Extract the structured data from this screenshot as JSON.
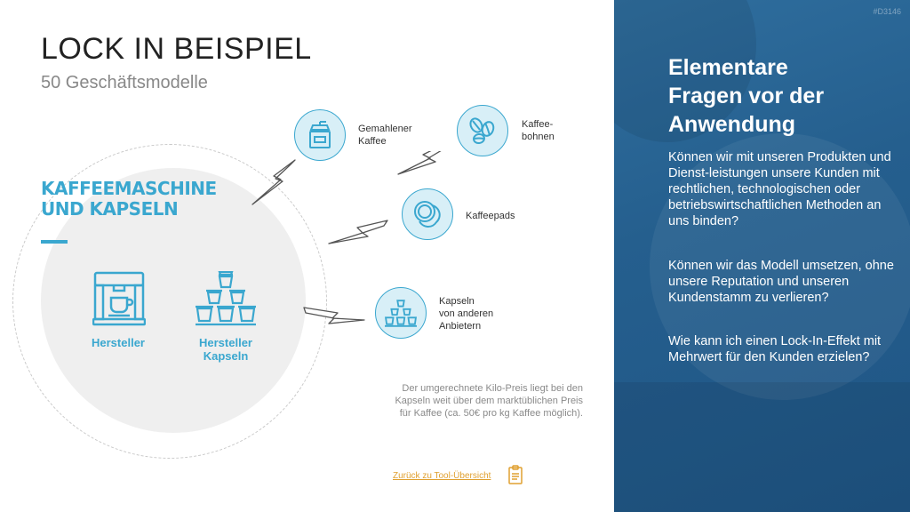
{
  "header": {
    "title": "LOCK IN BEISPIEL",
    "subtitle": "50 Geschäftsmodelle"
  },
  "left": {
    "heading_line1": "KAFFEEMASCHINE",
    "heading_line2": "UND KAPSELN",
    "maker_label": "Hersteller",
    "capsule_maker_line1": "Hersteller",
    "capsule_maker_line2": "Kapseln"
  },
  "alternatives": [
    {
      "line1": "Gemahlener",
      "line2": "Kaffee",
      "icon": "coffee-grinder-icon"
    },
    {
      "line1": "Kaffee-",
      "line2": "bohnen",
      "icon": "coffee-beans-icon"
    },
    {
      "line1": "Kaffeepads",
      "line2": "",
      "icon": "coffee-pads-icon"
    },
    {
      "line1": "Kapseln",
      "line2": "von anderen",
      "line3": "Anbietern",
      "icon": "capsules-icon"
    }
  ],
  "note": {
    "line1": "Der umgerechnete Kilo-Preis liegt bei den",
    "line2": "Kapseln weit über dem marktüblichen Preis",
    "line3": "für Kaffee (ca. 50€ pro kg Kaffee möglich)."
  },
  "footer": {
    "back_link": "Zurück zu  Tool-Übersicht",
    "icon": "clipboard-icon"
  },
  "right": {
    "code": "#D3146",
    "title_line1": "Elementare",
    "title_line2": "Fragen vor der",
    "title_line3": "Anwendung",
    "q1": "Können wir mit unseren Produkten und Dienst-leistungen unsere Kunden mit rechtlichen, technologischen oder betriebswirtschaftlichen Methoden an uns binden?",
    "q2": "Können wir das Modell umsetzen, ohne unsere Reputation und unseren Kundenstamm zu verlieren?",
    "q3": "Wie kann ich einen Lock-In-Effekt mit Mehrwert für den Kunden erzielen?"
  },
  "colors": {
    "accent": "#3aa7cf",
    "panel": "#255f8e",
    "link": "#e0a030"
  }
}
